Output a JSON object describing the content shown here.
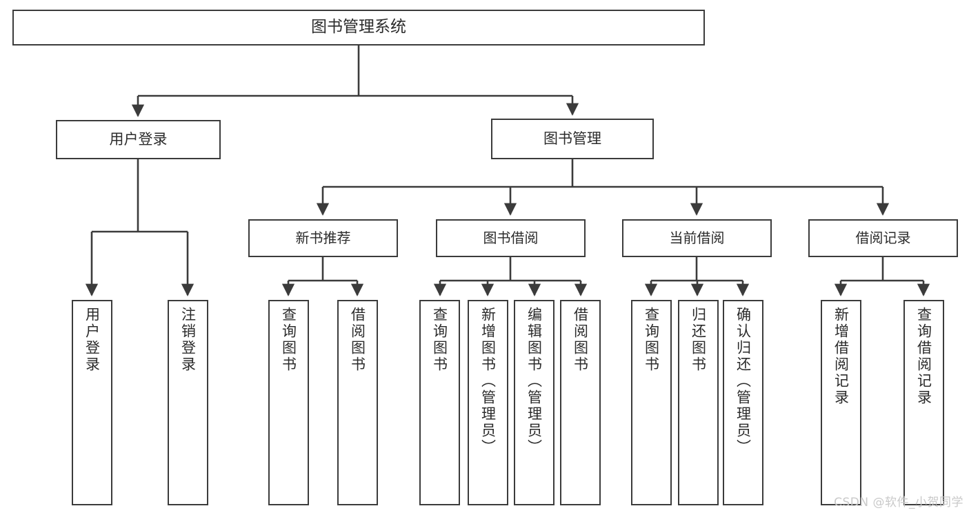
{
  "diagram": {
    "title": "图书管理系统",
    "type": "tree",
    "background_color": "#ffffff",
    "line_color": "#3b3b3b",
    "text_color": "#2b2b2b"
  },
  "nodes": {
    "root": {
      "label": "图书管理系统"
    },
    "level2": [
      {
        "id": "user-login",
        "label": "用户登录"
      },
      {
        "id": "book-management",
        "label": "图书管理"
      }
    ],
    "level3": [
      {
        "id": "new-book-recommend",
        "label": "新书推荐"
      },
      {
        "id": "book-borrow",
        "label": "图书借阅"
      },
      {
        "id": "current-borrow",
        "label": "当前借阅"
      },
      {
        "id": "borrow-record",
        "label": "借阅记录"
      }
    ],
    "leaves": {
      "user_login": [
        {
          "id": "leaf-user-login",
          "label": "用户登录"
        },
        {
          "id": "leaf-logout-login",
          "label": "注销登录"
        }
      ],
      "new_book_recommend": [
        {
          "id": "leaf-query-book-1",
          "label": "查询图书"
        },
        {
          "id": "leaf-borrow-book-1",
          "label": "借阅图书"
        }
      ],
      "book_borrow": [
        {
          "id": "leaf-query-book-2",
          "label": "查询图书"
        },
        {
          "id": "leaf-add-book",
          "label": "新增图书（管理员）"
        },
        {
          "id": "leaf-edit-book",
          "label": "编辑图书（管理员）"
        },
        {
          "id": "leaf-borrow-book-2",
          "label": "借阅图书"
        }
      ],
      "current_borrow": [
        {
          "id": "leaf-query-book-3",
          "label": "查询图书"
        },
        {
          "id": "leaf-return-book",
          "label": "归还图书"
        },
        {
          "id": "leaf-confirm-return",
          "label": "确认归还（管理员）"
        }
      ],
      "borrow_record": [
        {
          "id": "leaf-add-record",
          "label": "新增借阅记录"
        },
        {
          "id": "leaf-query-record",
          "label": "查询借阅记录"
        }
      ]
    }
  },
  "watermark": {
    "text": "CSDN @软件_小贺同学"
  }
}
